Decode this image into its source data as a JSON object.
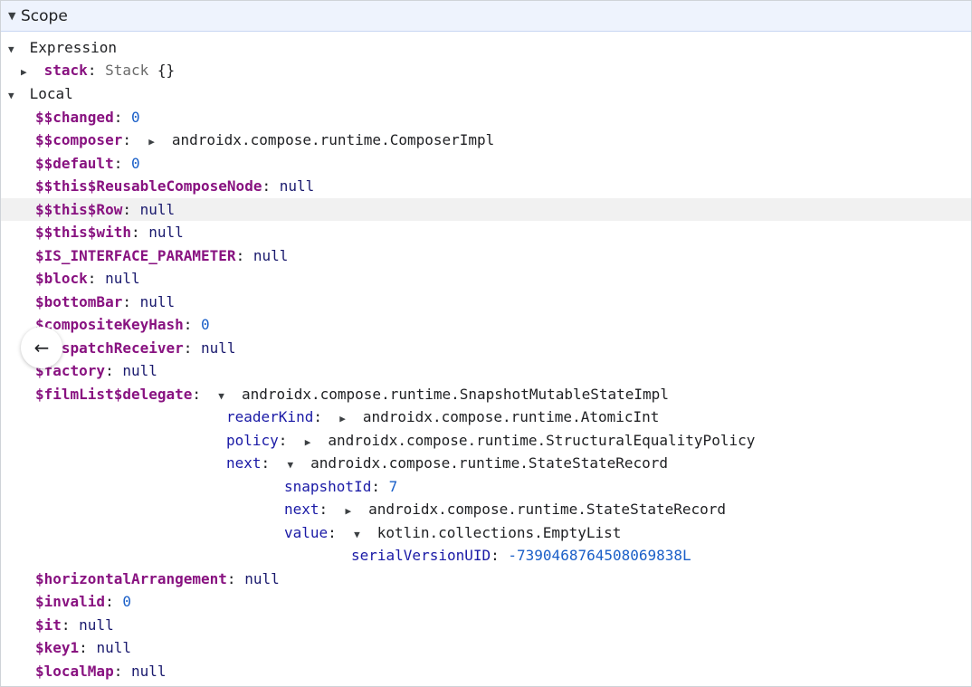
{
  "scope": {
    "title": "Scope"
  },
  "expression": {
    "title": "Expression",
    "stack": {
      "name": "stack",
      "type": "Stack",
      "value": "{}"
    }
  },
  "local": {
    "title": "Local",
    "vars": [
      {
        "name": "$$changed",
        "value": "0"
      },
      {
        "name": "$$composer",
        "value": "androidx.compose.runtime.ComposerImpl"
      },
      {
        "name": "$$default",
        "value": "0"
      },
      {
        "name": "$$this$ReusableComposeNode",
        "value": "null"
      },
      {
        "name": "$$this$Row",
        "value": "null"
      },
      {
        "name": "$$this$with",
        "value": "null"
      },
      {
        "name": "$IS_INTERFACE_PARAMETER",
        "value": "null"
      },
      {
        "name": "$block",
        "value": "null"
      },
      {
        "name": "$bottomBar",
        "value": "null"
      },
      {
        "name": "$compositeKeyHash",
        "value": "0"
      },
      {
        "name": "$dispatchReceiver",
        "value": "null"
      },
      {
        "name": "$factory",
        "value": "null"
      },
      {
        "name": "$filmList$delegate",
        "value": "androidx.compose.runtime.SnapshotMutableStateImpl"
      }
    ],
    "delegate": {
      "readerKind": {
        "name": "readerKind",
        "value": "androidx.compose.runtime.AtomicInt"
      },
      "policy": {
        "name": "policy",
        "value": "androidx.compose.runtime.StructuralEqualityPolicy"
      },
      "next": {
        "name": "next",
        "value": "androidx.compose.runtime.StateStateRecord"
      },
      "snapshotId": {
        "name": "snapshotId",
        "value": "7"
      },
      "next2": {
        "name": "next",
        "value": "androidx.compose.runtime.StateStateRecord"
      },
      "value": {
        "name": "value",
        "value": "kotlin.collections.EmptyList"
      },
      "serial": {
        "name": "serialVersionUID",
        "value": "-7390468764508069838L"
      }
    },
    "tail": [
      {
        "name": "$horizontalArrangement",
        "value": "null"
      },
      {
        "name": "$invalid",
        "value": "0"
      },
      {
        "name": "$it",
        "value": "null"
      },
      {
        "name": "$key1",
        "value": "null"
      },
      {
        "name": "$localMap",
        "value": "null"
      }
    ]
  },
  "back_button": {
    "icon": "arrow-left-icon",
    "glyph": "←"
  }
}
